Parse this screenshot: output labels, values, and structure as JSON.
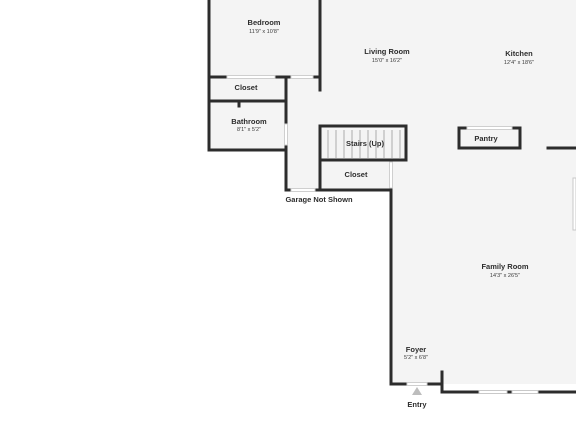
{
  "rooms": {
    "bedroom": {
      "name": "Bedroom",
      "dims": "11'9\" x 10'8\""
    },
    "closet_upper": {
      "name": "Closet"
    },
    "bathroom": {
      "name": "Bathroom",
      "dims": "8'1\" x 5'2\""
    },
    "living_room": {
      "name": "Living Room",
      "dims": "15'0\" x 16'2\""
    },
    "kitchen": {
      "name": "Kitchen",
      "dims": "12'4\" x 18'6\""
    },
    "pantry": {
      "name": "Pantry"
    },
    "stairs": {
      "name": "Stairs (Up)"
    },
    "closet_lower": {
      "name": "Closet"
    },
    "family_room": {
      "name": "Family Room",
      "dims": "14'3\" x 26'5\""
    },
    "foyer": {
      "name": "Foyer",
      "dims": "5'2\" x 6'8\""
    }
  },
  "notes": {
    "garage": "Garage Not Shown",
    "entry": "Entry"
  },
  "colors": {
    "wall": "#2c2c2c",
    "floor": "#f4f4f4",
    "background": "#ffffff"
  }
}
